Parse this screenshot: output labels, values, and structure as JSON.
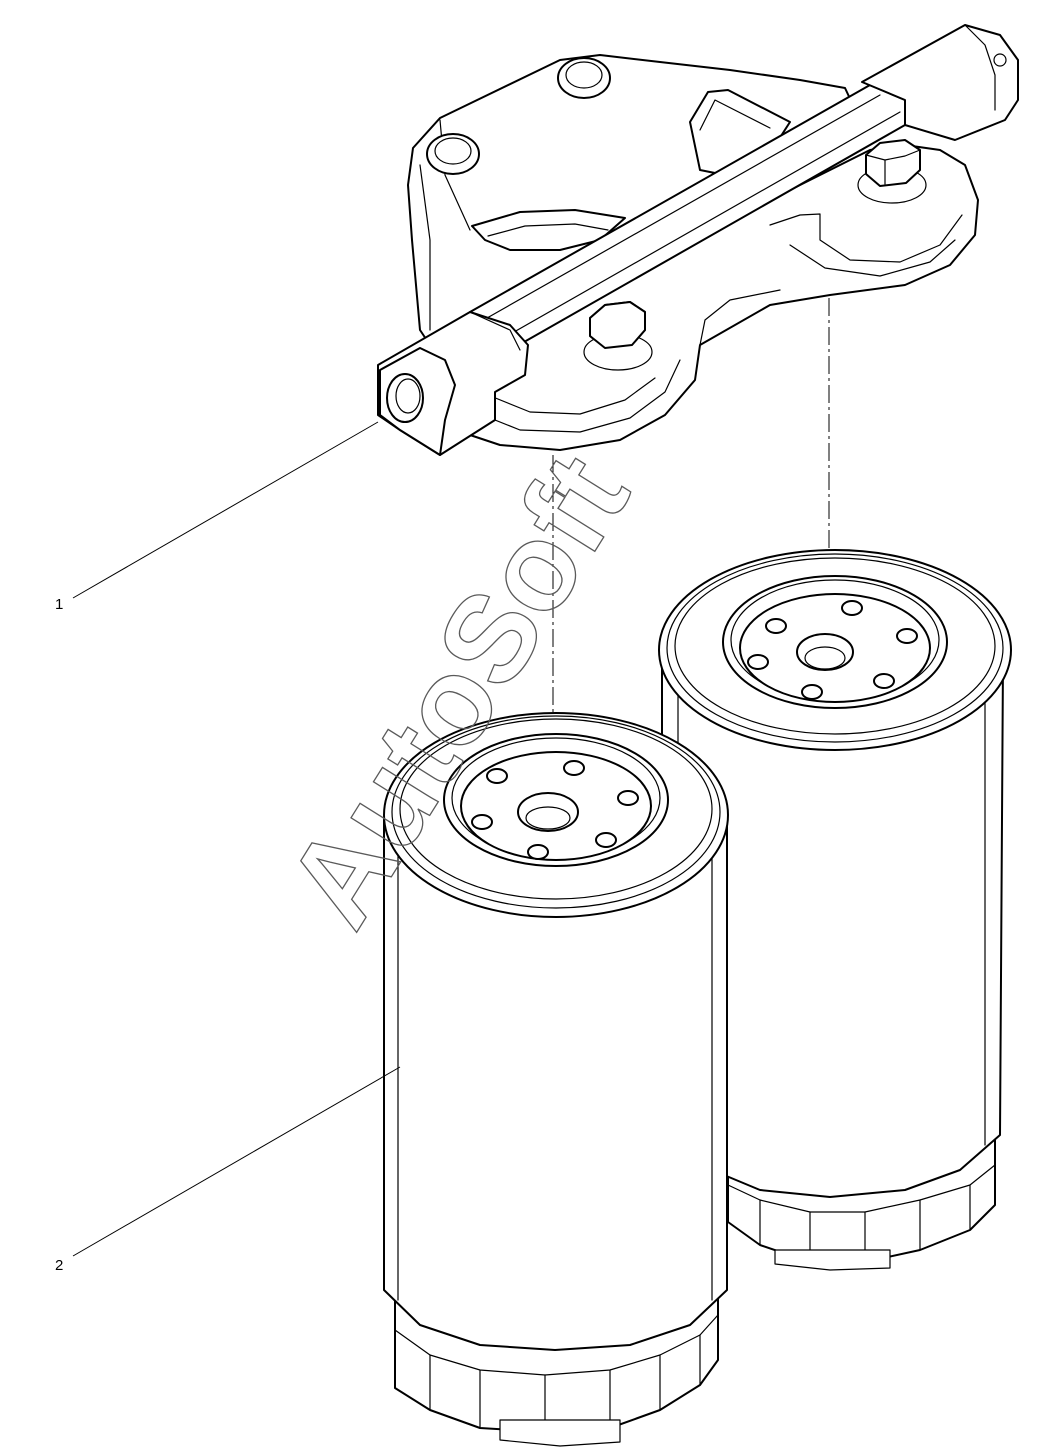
{
  "callouts": [
    {
      "id": "1",
      "label": "1"
    },
    {
      "id": "2",
      "label": "2"
    }
  ],
  "watermark": {
    "text": "AutoSoft"
  }
}
